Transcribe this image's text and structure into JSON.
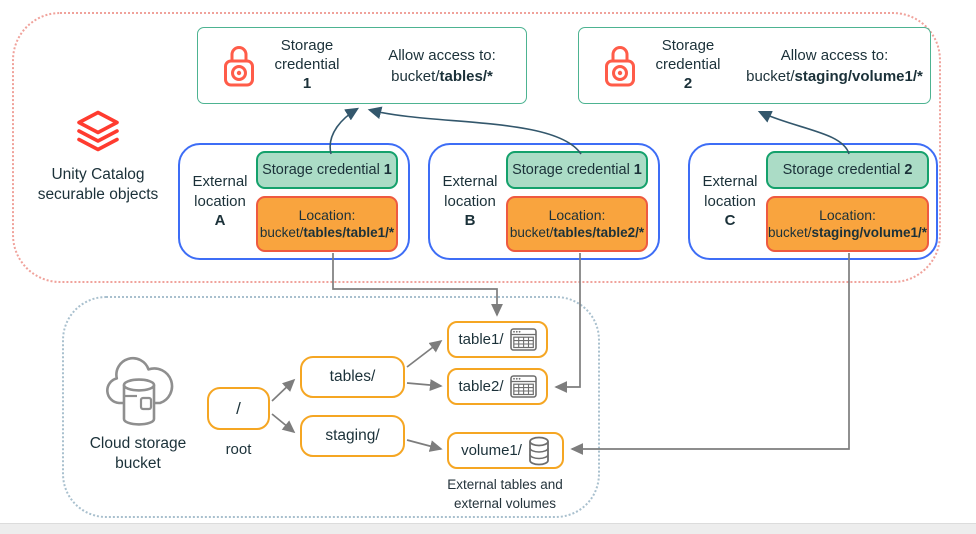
{
  "colors": {
    "brand_red": "#ff3b2f",
    "lock_red": "#ff5c49",
    "credential_box_border": "#4db391",
    "badge_green_fill": "#abdcc6",
    "badge_green_border": "#14a16c",
    "badge_orange_fill": "#f9a43e",
    "badge_orange_border": "#ee5a40",
    "external_location_border": "#3d6df6",
    "node_border_orange": "#f5a623",
    "uc_container_border": "#f0a29b",
    "bucket_container_border": "#a9c0ce",
    "arrow_gray": "#7d7d7d",
    "arrow_teal": "#33576c",
    "text_dark": "#1b3139"
  },
  "unity_catalog": {
    "label_line1": "Unity Catalog",
    "label_line2": "securable objects"
  },
  "credentials": [
    {
      "name_line1": "Storage",
      "name_line2": "credential",
      "number": "1",
      "access_label": "Allow access to:",
      "access_prefix": "bucket/",
      "access_bold": "tables/*"
    },
    {
      "name_line1": "Storage",
      "name_line2": "credential",
      "number": "2",
      "access_label": "Allow access to:",
      "access_prefix": "bucket/",
      "access_bold": "staging/volume1/*"
    }
  ],
  "external_locations": [
    {
      "label_line1": "External",
      "label_line2": "location",
      "letter": "A",
      "credential_label": "Storage credential",
      "credential_number": "1",
      "location_label": "Location:",
      "location_prefix": "bucket/",
      "location_bold": "tables/table1/*"
    },
    {
      "label_line1": "External",
      "label_line2": "location",
      "letter": "B",
      "credential_label": "Storage credential",
      "credential_number": "1",
      "location_label": "Location:",
      "location_prefix": "bucket/",
      "location_bold": "tables/table2/*"
    },
    {
      "label_line1": "External",
      "label_line2": "location",
      "letter": "C",
      "credential_label": "Storage credential",
      "credential_number": "2",
      "location_label": "Location:",
      "location_prefix": "bucket/",
      "location_bold": "staging/volume1/*"
    }
  ],
  "bucket": {
    "label_line1": "Cloud storage",
    "label_line2": "bucket",
    "root_text": "/",
    "root_label": "root",
    "folder_tables": "tables/",
    "folder_staging": "staging/",
    "leaf_table1": "table1/",
    "leaf_table2": "table2/",
    "leaf_volume1": "volume1/",
    "caption_line1": "External tables and",
    "caption_line2": "external volumes"
  }
}
